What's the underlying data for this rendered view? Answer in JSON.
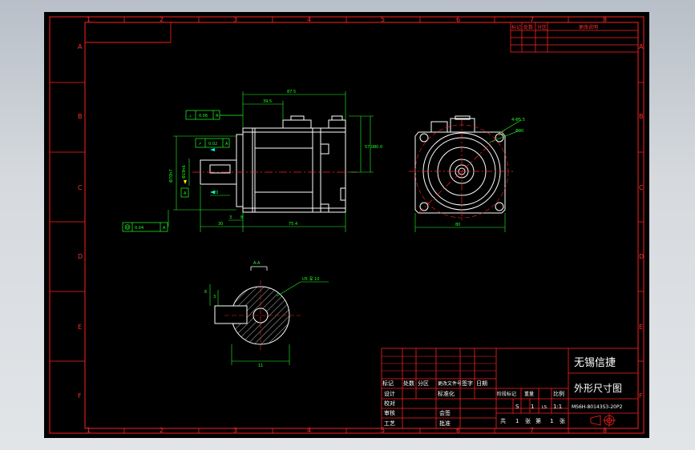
{
  "border": {
    "columns": [
      "1",
      "2",
      "3",
      "4",
      "5",
      "6",
      "7",
      "8"
    ],
    "rows": [
      "A",
      "B",
      "C",
      "D",
      "E",
      "F"
    ]
  },
  "revision_block": {
    "headers": [
      "标记",
      "处数",
      "分区",
      "更改说明"
    ]
  },
  "title_block": {
    "company": "无锡信捷",
    "drawing_title": "外形尺寸图",
    "model": "MS6H-80143S3-20P2",
    "cells": {
      "biaoji": "标记",
      "chushu": "处数",
      "fenqu": "分区",
      "gaiwenjian": "更改文件号",
      "qianzi": "签字",
      "riqi": "日期",
      "sheji": "设计",
      "jiaodui": "校对",
      "shenhe": "审核",
      "gongyi": "工艺",
      "biaozhunhua": "标准化",
      "huiqian": "会签",
      "pizhun": "批准",
      "jieduan": "阶段标记",
      "zhongliang": "重量",
      "bili": "比例",
      "ratio": "1:1",
      "gong": "共",
      "zhang1": "张",
      "di": "第",
      "zhang2": "张",
      "sheet_total": "1",
      "sheet_no": "1",
      "stage_s": "S",
      "stage_1": "1",
      "stage_ls": "LS"
    }
  },
  "dimensions": {
    "tol_flatness": "0.06",
    "tol_runout": "0.02",
    "tol_concentric": "0.04",
    "datum": "A",
    "len_total": "87.5",
    "len_body": "75.4",
    "len_left": "39.5",
    "shaft_len": "30",
    "key_len": "20",
    "flange_thk": "8",
    "gap": "3",
    "dia_shaft": "Φ19h6",
    "dia_pilot": "Φ70h7",
    "h1": "57.0",
    "h2": "80.0",
    "bolt_holes": "4-Φ5.5",
    "pcd": "Φ90",
    "square": "80",
    "section_label": "A-A",
    "section_key": "U5 深 10",
    "section_h": "6",
    "section_w": "3",
    "section_dia": "11"
  },
  "colors": {
    "frame_bg": "#000000",
    "border": "#ff2020",
    "outline": "#ffffff",
    "dimension": "#20ff20",
    "center": "#ff2020",
    "datum_fill": "#ffff00",
    "arrow": "#00ffff",
    "cad_bg": "#d6dade"
  }
}
